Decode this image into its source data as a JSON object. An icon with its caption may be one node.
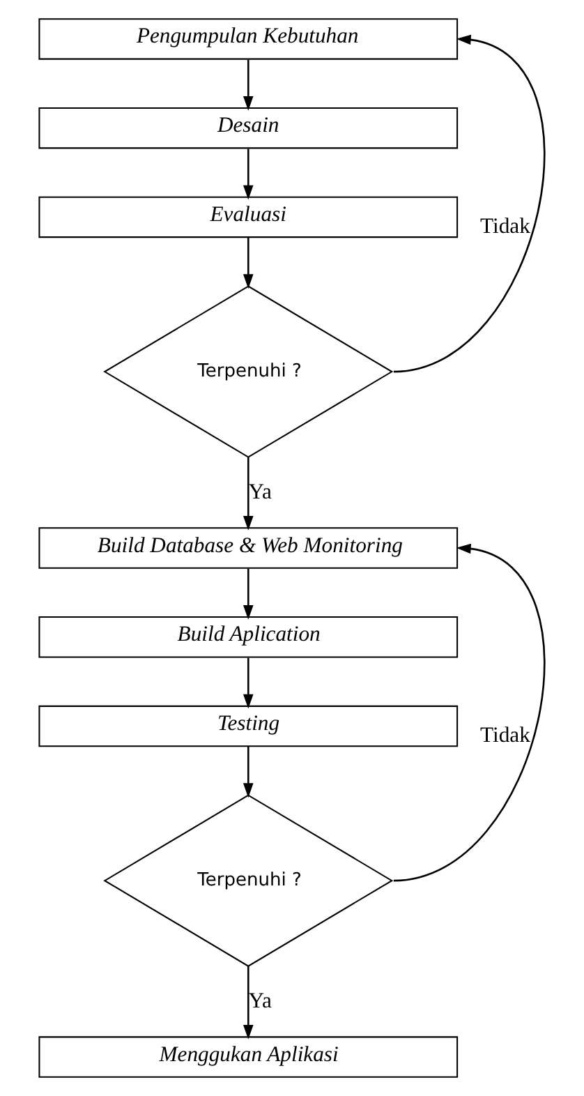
{
  "diagram": {
    "nodes": [
      {
        "text": [
          "Pengumpulan Kebutuhan"
        ]
      },
      {
        "text": [
          "Desain"
        ]
      },
      {
        "text": [
          "Evaluasi"
        ]
      },
      {
        "text": [
          "Terpenuhi ?"
        ]
      },
      {
        "text": [
          "Build Database & Web Monitoring"
        ]
      },
      {
        "text": [
          "Build Aplication"
        ]
      },
      {
        "text": [
          "Testing"
        ]
      },
      {
        "text": [
          "Terpenuhi ?"
        ]
      },
      {
        "text": [
          "Menggukan Aplikasi"
        ]
      }
    ],
    "edges": [
      {
        "from": 0,
        "to": 1,
        "arrow": "to"
      },
      {
        "from": 1,
        "to": 2,
        "arrow": "to"
      },
      {
        "from": 2,
        "to": 3,
        "arrow": "to"
      },
      {
        "from": 3,
        "to": 4,
        "arrow": "to",
        "label": "Ya"
      },
      {
        "from": 3,
        "to": 0,
        "arrow": "to",
        "label": "Tidak"
      },
      {
        "from": 4,
        "to": 5,
        "arrow": "to"
      },
      {
        "from": 5,
        "to": 6,
        "arrow": "to"
      },
      {
        "from": 6,
        "to": 7,
        "arrow": "to"
      },
      {
        "from": 7,
        "to": 8,
        "arrow": "to",
        "label": "Ya"
      },
      {
        "from": 7,
        "to": 4,
        "arrow": "to",
        "label": "Tidak"
      }
    ]
  }
}
